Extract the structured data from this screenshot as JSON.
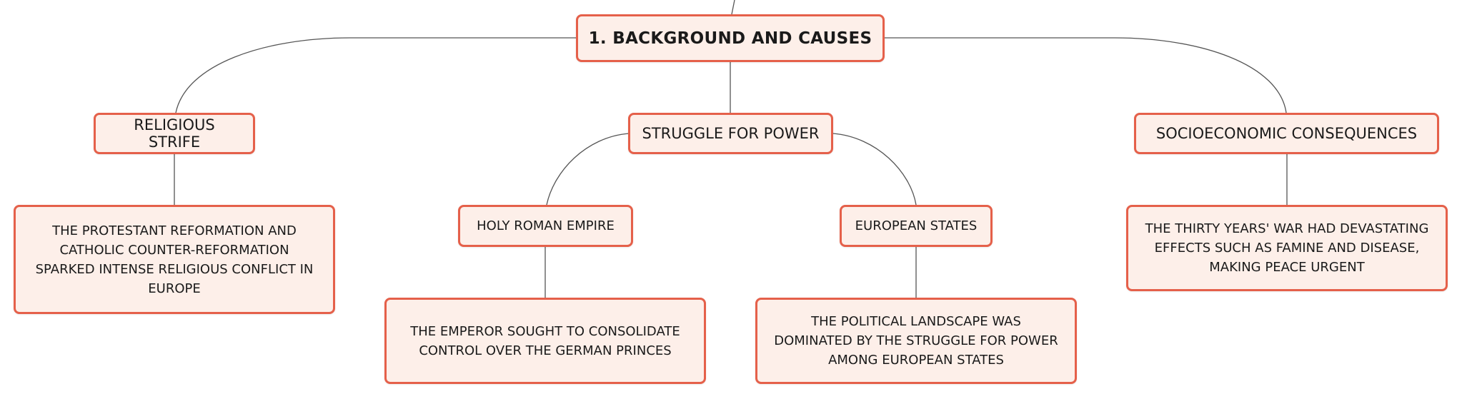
{
  "root": {
    "label": "1. BACKGROUND AND CAUSES"
  },
  "religious_strife": {
    "label": "RELIGIOUS STRIFE",
    "detail": "THE PROTESTANT REFORMATION AND CATHOLIC COUNTER-REFORMATION SPARKED INTENSE RELIGIOUS CONFLICT IN EUROPE"
  },
  "struggle_for_power": {
    "label": "STRUGGLE FOR POWER",
    "holy_roman_empire": {
      "label": "HOLY ROMAN EMPIRE",
      "detail": "THE EMPEROR SOUGHT TO CONSOLIDATE CONTROL OVER THE GERMAN PRINCES"
    },
    "european_states": {
      "label": "EUROPEAN STATES",
      "detail": "THE POLITICAL LANDSCAPE WAS DOMINATED BY THE STRUGGLE FOR POWER AMONG EUROPEAN STATES"
    }
  },
  "socioeconomic": {
    "label": "SOCIOECONOMIC CONSEQUENCES",
    "detail": "THE THIRTY YEARS' WAR HAD DEVASTATING EFFECTS SUCH AS FAMINE AND DISEASE, MAKING PEACE URGENT"
  },
  "colors": {
    "node_fill": "#fdefe9",
    "node_border": "#e5604a",
    "connector": "#555555"
  }
}
